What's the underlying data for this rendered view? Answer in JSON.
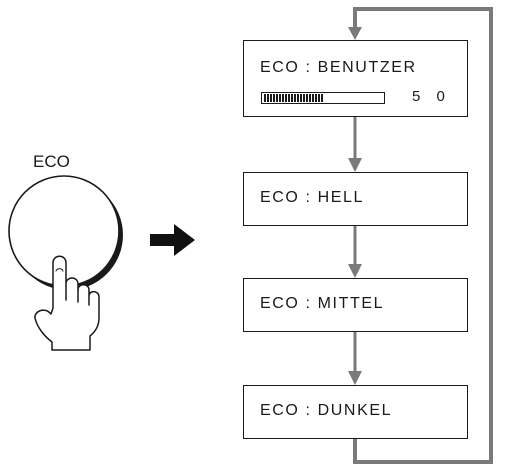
{
  "button": {
    "label": "ECO"
  },
  "modes": [
    {
      "label": "ECO : BENUTZER",
      "level_value": "5 0",
      "level_fraction": 0.5
    },
    {
      "label": "ECO : HELL"
    },
    {
      "label": "ECO : MITTEL"
    },
    {
      "label": "ECO : DUNKEL"
    }
  ],
  "colors": {
    "line": "#1a1a1a",
    "flow_arrow": "#7a7a7a",
    "background": "#ffffff"
  }
}
